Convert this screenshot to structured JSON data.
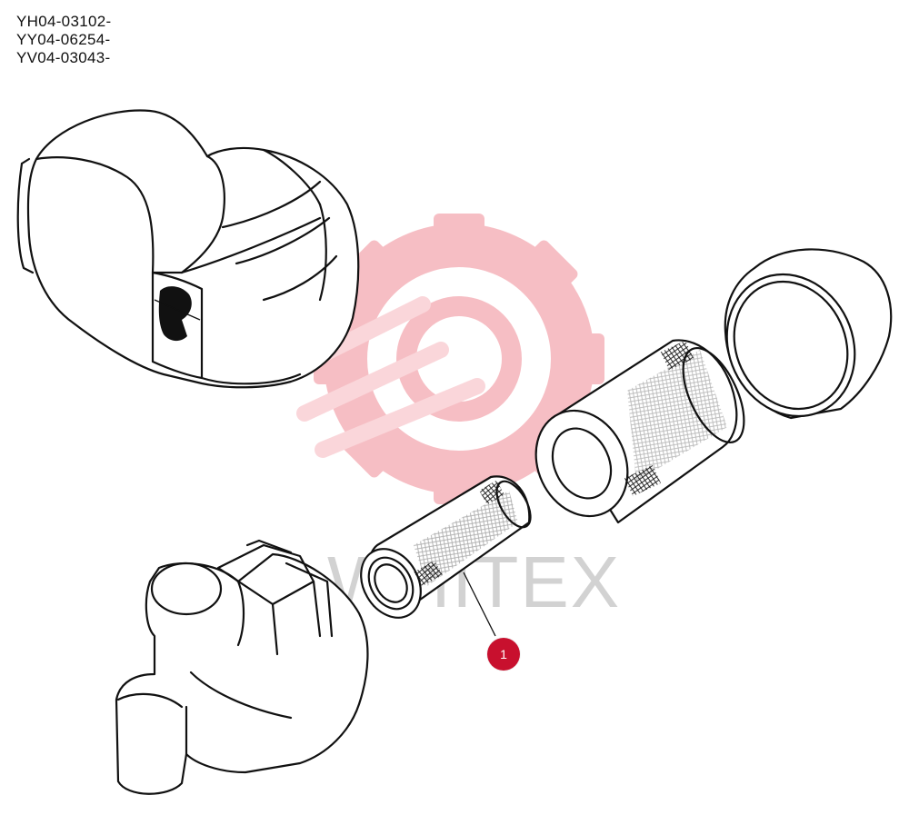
{
  "serial_ranges": [
    "YH04-03102-",
    "YY04-06254-",
    "YV04-03043-"
  ],
  "watermark": {
    "text": "WHITEX",
    "gear_color": "#f4a0a8",
    "text_color": "#c8c8c8"
  },
  "callouts": [
    {
      "number": "1",
      "part": "inner-filter-element",
      "color": "#c8102e"
    }
  ]
}
